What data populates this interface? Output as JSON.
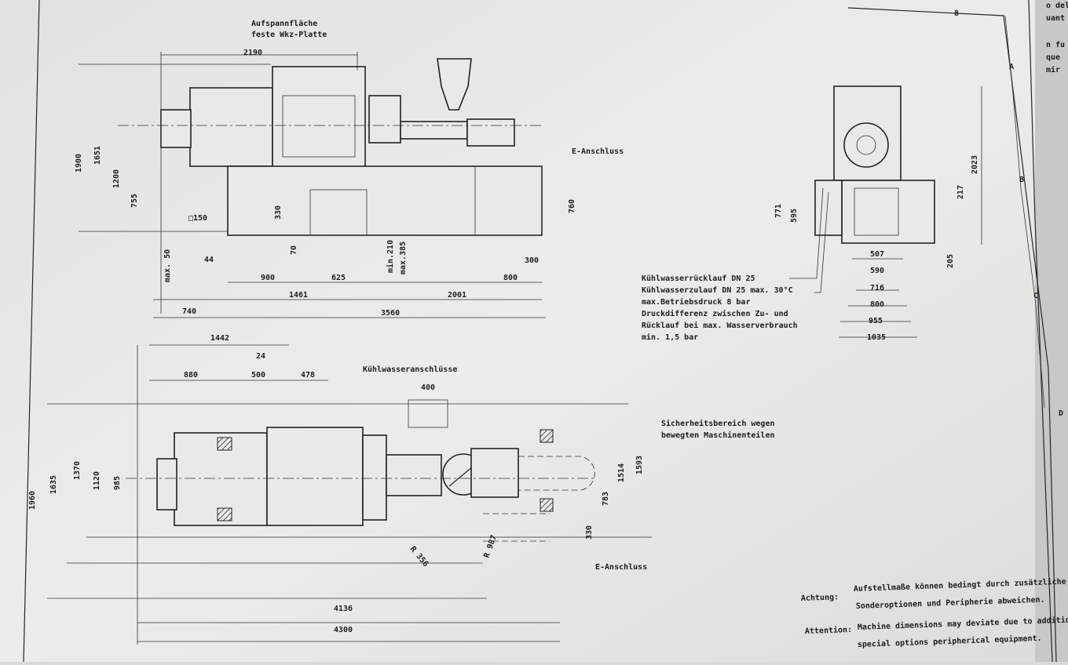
{
  "top_view": {
    "mold_label_1": "Aufspannfläche",
    "mold_label_2": "feste Wkz-Platte",
    "e_connection": "E-Anschluss",
    "dims": [
      "2190",
      "1900",
      "1651",
      "1200",
      "755",
      "□150",
      "330",
      "70",
      "min.210",
      "max.385",
      "760",
      "max. 50",
      "44",
      "900",
      "625",
      "300",
      "800",
      "1461",
      "2001",
      "740",
      "3560"
    ]
  },
  "front_view": {
    "dims": [
      "2023",
      "217",
      "771",
      "595",
      "205",
      "507",
      "590",
      "716",
      "800",
      "955",
      "1035"
    ],
    "water_notes": [
      "Kühlwasserrücklauf DN 25",
      "Kühlwasserzulauf DN 25 max. 30°C",
      "max.Betriebsdruck 8 bar",
      "Druckdifferenz zwischen Zu- und",
      "Rücklauf bei max. Wasserverbrauch",
      "min. 1,5 bar"
    ]
  },
  "plan_view": {
    "cooling_label": "Kühlwasseranschlüsse",
    "safety_label_1": "Sicherheitsbereich wegen",
    "safety_label_2": "bewegten Maschinenteilen",
    "e_connection": "E-Anschluss",
    "dims": [
      "1442",
      "24",
      "880",
      "500",
      "478",
      "400",
      "1960",
      "1635",
      "1370",
      "1120",
      "985",
      "783",
      "1514",
      "1593",
      "330",
      "R 356",
      "R 987",
      "4136",
      "4300"
    ]
  },
  "notes": {
    "achtung_label": "Achtung:",
    "achtung_line1": "Aufstellmaße können bedingt durch zusätzliche",
    "achtung_line2": "Sonderoptionen und Peripherie abweichen.",
    "attention_label": "Attention:",
    "attention_line1": "Machine dimensions may deviate due to additional",
    "attention_line2": "special options peripherical equipment."
  },
  "frame": {
    "column_label": "8",
    "row_labels": [
      "A",
      "B",
      "C",
      "D"
    ]
  },
  "background_page_text": [
    "o dell",
    "uant",
    "n fu",
    "que",
    "mir"
  ]
}
